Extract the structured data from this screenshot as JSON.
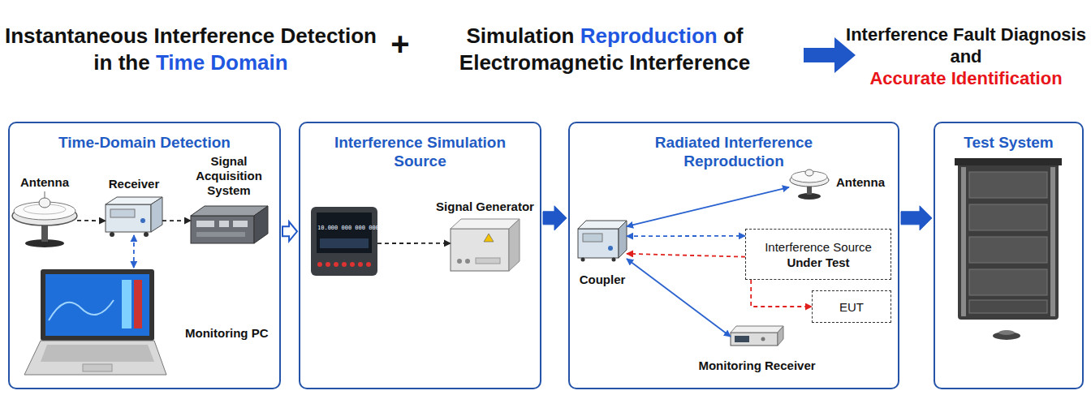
{
  "diagram": {
    "nodes": [
      {
        "text": [
          "Time-Domain Detection"
        ]
      },
      {
        "text": [
          "Antenna"
        ],
        "in": 0
      },
      {
        "text": [
          "Receiver"
        ],
        "in": 0
      },
      {
        "text": [
          "Signal Acquisition System"
        ],
        "in": 0
      },
      {
        "text": [
          "Monitoring PC"
        ],
        "in": 0
      },
      {
        "text": [
          "Interference Simulation Source"
        ]
      },
      {
        "text": [
          "10.000 000 000 000"
        ],
        "in": 5
      },
      {
        "text": [
          "Signal Generator"
        ],
        "in": 5
      },
      {
        "text": [
          "Radiated Interference Reproduction"
        ]
      },
      {
        "text": [
          "Coupler"
        ],
        "in": 8
      },
      {
        "text": [
          "Antenna"
        ],
        "in": 8
      },
      {
        "text": [
          "Interference Source",
          "Under Test"
        ],
        "in": 8
      },
      {
        "text": [
          "EUT"
        ],
        "in": 8
      },
      {
        "text": [
          "Monitoring Receiver"
        ],
        "in": 8
      },
      {
        "text": [
          "Test System"
        ]
      }
    ],
    "edges": [
      {
        "from": 1,
        "to": 2,
        "arrow": "to"
      },
      {
        "from": 2,
        "to": 3,
        "arrow": "to"
      },
      {
        "from": 2,
        "to": 4,
        "arrow": "both"
      },
      {
        "from": 0,
        "to": 5,
        "arrow": "to"
      },
      {
        "from": 6,
        "to": 7,
        "arrow": "to"
      },
      {
        "from": 5,
        "to": 8,
        "arrow": "to"
      },
      {
        "from": 9,
        "to": 10,
        "arrow": "both"
      },
      {
        "from": 9,
        "to": 11,
        "arrow": "both"
      },
      {
        "from": 11,
        "to": 9,
        "arrow": "to"
      },
      {
        "from": 11,
        "to": 12,
        "arrow": "to"
      },
      {
        "from": 9,
        "to": 13,
        "arrow": "both"
      },
      {
        "from": 8,
        "to": 14,
        "arrow": "to"
      }
    ],
    "labels": [
      "Instantaneous Interference Detection in the",
      "Time Domain",
      "+",
      "Simulation",
      "Reproduction",
      "of Electromagnetic Interference",
      "Interference Fault Diagnosis and",
      "Accurate Identification"
    ]
  }
}
